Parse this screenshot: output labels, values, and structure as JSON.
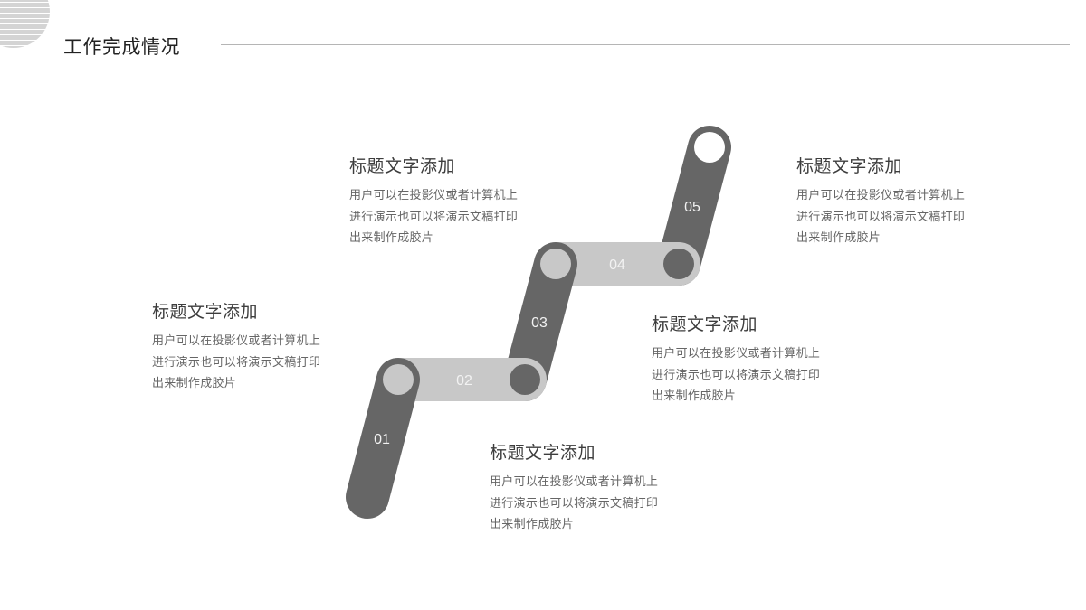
{
  "header": {
    "title": "工作完成情况"
  },
  "colors": {
    "dark": "#666666",
    "light": "#c8c8c8",
    "ring_white": "#ffffff",
    "text_heading": "#3d3d3d",
    "text_body": "#666666"
  },
  "steps": [
    {
      "num": "01",
      "title": "标题文字添加",
      "lines": [
        "用户可以在投影仪或者计算机上",
        "进行演示也可以将演示文稿打印",
        "出来制作成胶片"
      ]
    },
    {
      "num": "02",
      "title": "标题文字添加",
      "lines": [
        "用户可以在投影仪或者计算机上",
        "进行演示也可以将演示文稿打印",
        "出来制作成胶片"
      ]
    },
    {
      "num": "03",
      "title": "标题文字添加",
      "lines": [
        "用户可以在投影仪或者计算机上",
        "进行演示也可以将演示文稿打印",
        "出来制作成胶片"
      ]
    },
    {
      "num": "04",
      "title": "标题文字添加",
      "lines": [
        "用户可以在投影仪或者计算机上",
        "进行演示也可以将演示文稿打印",
        "出来制作成胶片"
      ]
    },
    {
      "num": "05",
      "title": "标题文字添加",
      "lines": [
        "用户可以在投影仪或者计算机上",
        "进行演示也可以将演示文稿打印",
        "出来制作成胶片"
      ]
    }
  ]
}
